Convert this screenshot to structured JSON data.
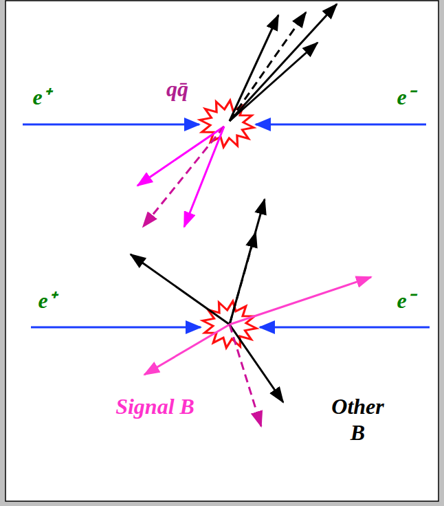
{
  "diagram": {
    "labels": [
      "e⁺",
      "qq̄",
      "e⁻",
      "e⁺",
      "e⁻",
      "Signal B",
      "Other B"
    ]
  }
}
